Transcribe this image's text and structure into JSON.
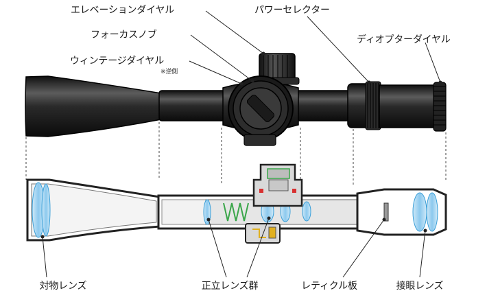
{
  "labels": {
    "elevation_dial": "エレベーションダイヤル",
    "focus_knob": "フォーカスノブ",
    "windage_dial": "ウィンテージダイヤル",
    "windage_note": "※逆側",
    "power_selector": "パワーセレクター",
    "diopter_dial": "ディオプターダイヤル",
    "objective_lens": "対物レンズ",
    "erector_lens_group": "正立レンズ群",
    "reticle_plate": "レティクル板",
    "eyepiece_lens": "接眼レンズ"
  },
  "colors": {
    "body": "#1c1c1c",
    "body_highlight": "#6a6a6a",
    "lens": "#9fd3f0",
    "lens_edge": "#3a9fd8",
    "frame": "#222222",
    "section_gray": "#bdbdbd",
    "spring": "#3aa64a",
    "reticle_mech": "#e0b020",
    "red_seal": "#d83030"
  }
}
